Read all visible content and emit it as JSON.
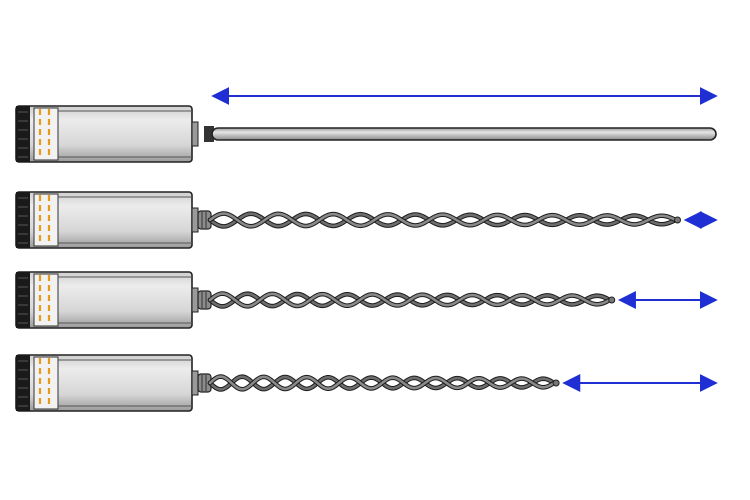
{
  "colors": {
    "background": "#ffffff",
    "arrow": "#1f2fd4",
    "motor_body_light": "#e6e6e6",
    "motor_body_dark": "#a9a9a9",
    "endcap": "#1a1a1a",
    "accent_band": "#e89a1c",
    "strand": "#555555",
    "strand_outline": "#1c1c1c"
  },
  "diagram": {
    "rows": [
      {
        "id": "row-1",
        "state": "untwisted",
        "contraction_fraction": 1.0
      },
      {
        "id": "row-2",
        "state": "twisted-light",
        "contraction_fraction": 0.92,
        "twist_cycles": 8.5
      },
      {
        "id": "row-3",
        "state": "twisted-medium",
        "contraction_fraction": 0.79,
        "twist_cycles": 8.0
      },
      {
        "id": "row-4",
        "state": "twisted-heavy",
        "contraction_fraction": 0.68,
        "twist_cycles": 8.0
      }
    ]
  }
}
